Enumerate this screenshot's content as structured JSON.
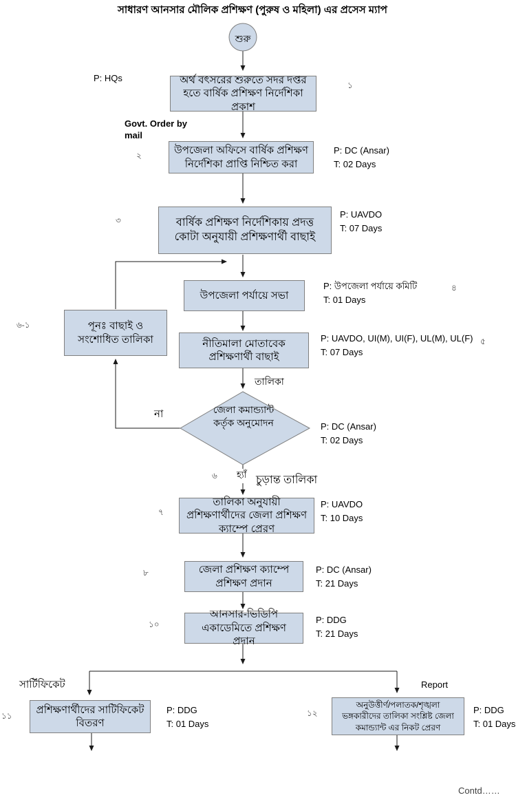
{
  "title": "সাধারণ আনসার মৌলিক প্রশিক্ষণ (পুরুষ ও মহিলা) এর প্রসেস ম্যাপ",
  "colors": {
    "node_fill": "#cdd9e8",
    "node_border": "#7f7f7f",
    "line": "#1a1a1a"
  },
  "start": {
    "label": "শুরু"
  },
  "steps": {
    "s1": {
      "text": "অর্থ বৎসরের শুরুতে সদর দপ্তর হতে বার্ষিক প্রশিক্ষণ নির্দেশিকা প্রকাশ",
      "num": "১",
      "p": "P: HQs",
      "t": ""
    },
    "s2": {
      "text": "উপজেলা অফিসে বার্ষিক প্রশিক্ষণ নির্দেশিকা প্রাপ্তি নিশ্চিত করা",
      "num": "২",
      "p": "P: DC (Ansar)",
      "t": "T: 02 Days"
    },
    "s3": {
      "text": "বার্ষিক প্রশিক্ষণ নির্দেশিকায় প্রদত্ত কোটা অনুযায়ী প্রশিক্ষণার্থী বাছাই",
      "num": "৩",
      "p": "P: UAVDO",
      "t": "T: 07 Days"
    },
    "s4": {
      "text": "উপজেলা পর্যায়ে সভা",
      "num": "৪",
      "p": "P: উপজেলা পর্যায়ে কমিটি",
      "t": "T: 01 Days"
    },
    "rework": {
      "text": "পূনঃ  বাছাই ও সংশোধিত তালিকা",
      "num": "৬-১"
    },
    "s5": {
      "text": "নীতিমালা মোতাবেক প্রশিক্ষণার্থী বাছাই",
      "num": "৫",
      "p": "P: UAVDO, UI(M), UI(F), UL(M), UL(F)",
      "t": "T: 07 Days"
    },
    "decision": {
      "text": "জেলা কমান্ড্যান্ট কর্তৃক অনুমোদন",
      "num": "৬",
      "p": "P: DC (Ansar)",
      "t": "T: 02 Days"
    },
    "s7": {
      "text": "তালিকা অনুযায়ী প্রশিক্ষণার্থীদের জেলা প্রশিক্ষণ ক্যাম্পে প্রেরণ",
      "num": "৭",
      "p": "P: UAVDO",
      "t": "T: 10 Days"
    },
    "s8": {
      "text": "জেলা প্রশিক্ষণ ক্যাম্পে প্রশিক্ষণ প্রদান",
      "num": "৮",
      "p": "P: DC (Ansar)",
      "t": "T: 21 Days"
    },
    "s10": {
      "text": "আনসার-ভিডিপি একাডেমিতে প্রশিক্ষণ প্রদান",
      "num": "১০",
      "p": "P: DDG",
      "t": "T: 21 Days"
    },
    "s11": {
      "text": "প্রশিক্ষণার্থীদের  সাটিফিকেট বিতরণ",
      "num": "১১",
      "p": "P: DDG",
      "t": "T: 01 Days"
    },
    "s12": {
      "text": "অনুউত্তীর্ণ/পলাতক/শৃঙ্খলা ভঙ্গকারীদের তালিকা সংশ্লিষ্ট  জেলা কমান্ড্যান্ট এর নিকট প্রেরণ",
      "num": "১২",
      "p": "P: DDG",
      "t": "T: 01 Days"
    }
  },
  "labels": {
    "govt_order": "Govt. Order by mail",
    "talika": "তালিকা",
    "na": "না",
    "hya": "হ্যাঁ",
    "final_list": "চুড়ান্ত তালিকা",
    "certificate": "সার্টিফিকেট",
    "report": "Report",
    "contd": "Contd……"
  }
}
